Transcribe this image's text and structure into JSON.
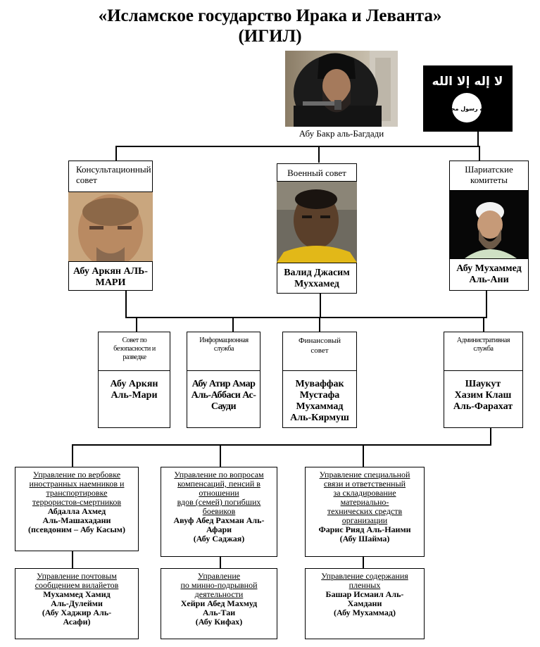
{
  "title": {
    "line1": "«Исламское государство Ирака и Леванта»",
    "line2": "(ИГИЛ)"
  },
  "leader": {
    "name": "Абу Бакр аль-Багдади"
  },
  "flag": {
    "top_text": "لا إله إلا الله",
    "seal_text": "الله رسول محمد",
    "colors": {
      "field": "#000000",
      "text": "#ffffff"
    }
  },
  "councils": [
    {
      "title": "Консультационный совет",
      "name": "Абу Аркян АЛЬ-МАРИ"
    },
    {
      "title": "Военный совет",
      "name": "Валид Джасим Мухxамед"
    },
    {
      "title": "Шариатские комитеты",
      "name": "Абу Мухаммед Аль-Ани"
    }
  ],
  "services": [
    {
      "title": "Совет по безопасности и разведке",
      "name": "Абу Аркян Аль-Мари"
    },
    {
      "title": "Информационная служба",
      "name": "Абу Атир Амар Аль-Аббаси Ас-Сауди"
    },
    {
      "title": "Финансовый совет",
      "name": "Муваффак Мустафа Мухаммад Аль-Кярмуш"
    },
    {
      "title": "Административная служба",
      "name": "Шаукут Хазим Клаш Аль-Фарахат"
    }
  ],
  "departments_row1": [
    {
      "title_lines": [
        "Управление по вербовке",
        "иностранных наемников и",
        "транспортировке",
        " террористов-смертников"
      ],
      "name_lines": [
        "Абдалла Ахмед",
        "Аль-Машахадани",
        "(псевдоним – Абу Касым)"
      ]
    },
    {
      "title_lines": [
        "Управление по вопросам",
        " компенсаций, пенсий в",
        "отношении",
        "вдов (семей) погибших",
        "боевиков"
      ],
      "name_lines": [
        "Авуф Абед Рахман Аль-",
        "Афари",
        "(Абу Саджая)"
      ]
    },
    {
      "title_lines": [
        "Управление специальной",
        "связи и ответственный",
        "за складирование",
        "материально-",
        "технических средств",
        "организации"
      ],
      "name_lines": [
        "Фарис Рияд Аль-Наими",
        "(Абу Шайма)"
      ]
    }
  ],
  "departments_row2": [
    {
      "title_lines": [
        "Управление почтовым",
        "сообщением вилайетов"
      ],
      "name_lines": [
        "Мухаммед Хамид",
        "Аль-Дулейми",
        "(Абу Хаджир Аль-",
        "Асафи)"
      ]
    },
    {
      "title_lines": [
        "Управление",
        "по минно-подрывной",
        "деятельности"
      ],
      "name_lines": [
        "Хейри Абед Махмуд",
        "Аль-Таи",
        "(Абу Кифах)"
      ]
    },
    {
      "title_lines": [
        "Управление содержания",
        "пленных"
      ],
      "name_lines": [
        "Башар Исмаил Аль-",
        "Хамдани",
        "(Абу Мухаммад)"
      ]
    }
  ]
}
